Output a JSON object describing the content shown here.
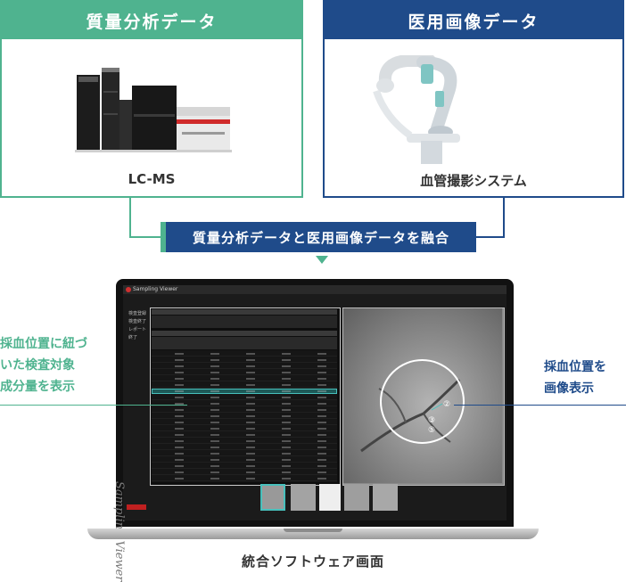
{
  "panels": {
    "mass_spec": {
      "title": "質量分析データ",
      "caption": "LC-MS",
      "color": "#4fb38f"
    },
    "medical": {
      "title": "医用画像データ",
      "caption": "血管撮影システム",
      "color": "#1f4b8a"
    }
  },
  "fusion_label": "質量分析データと医用画像データを融合",
  "left_label": "採血位置に紐づ\nいた検査対象\n成分量を表示",
  "right_label": "採血位置を\n画像表示",
  "bottom_caption": "統合ソフトウェア画面",
  "screen": {
    "app_title": "Sampling Viewer",
    "menu": [
      "検査登録",
      "検査終了",
      "レポート",
      "終了"
    ],
    "watermark": "Sampling Viewer",
    "markers": [
      "②",
      "③",
      "⑤"
    ]
  },
  "colors": {
    "green": "#4fb38f",
    "blue": "#1f4b8a"
  }
}
